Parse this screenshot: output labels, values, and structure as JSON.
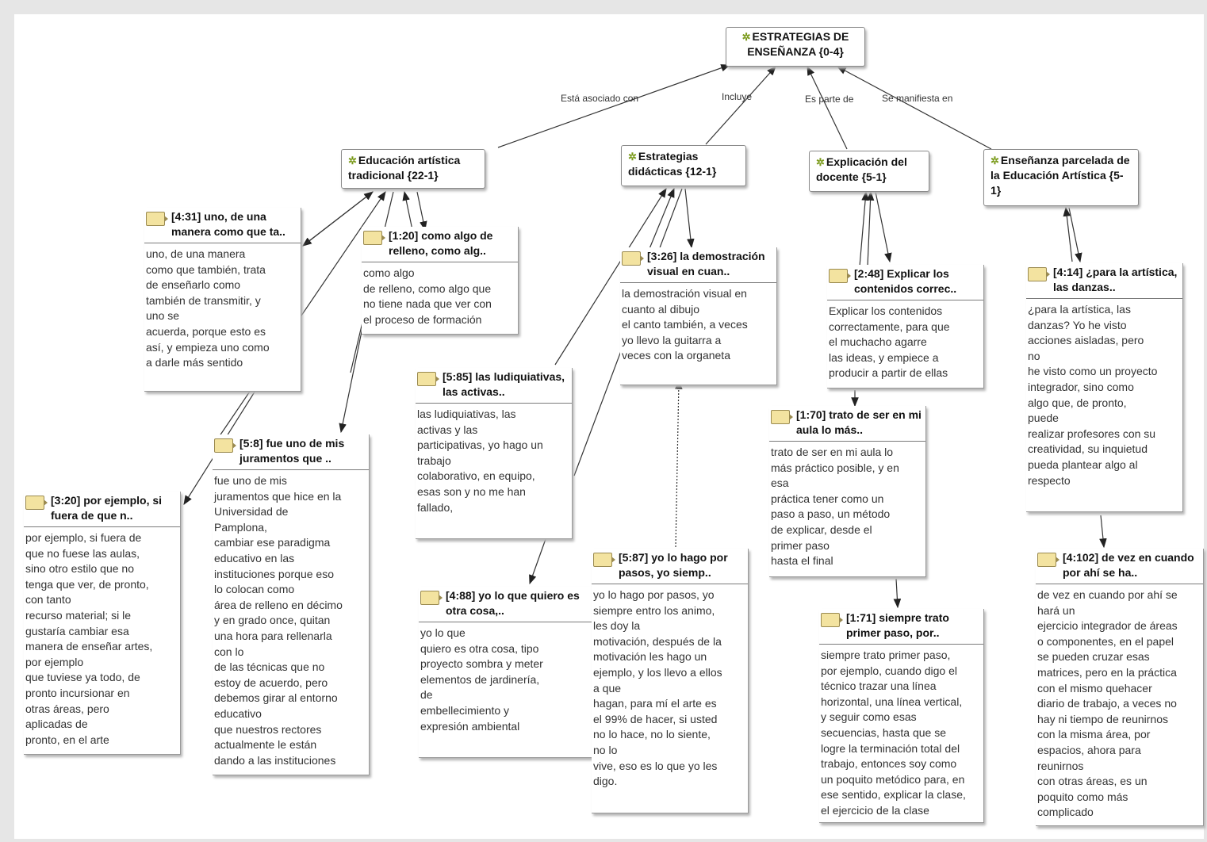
{
  "root": {
    "label": "ESTRATEGIAS DE ENSEÑANZA {0-4}"
  },
  "relations": [
    "Está asociado con",
    "Incluye",
    "Es parte de",
    "Se manifiesta en"
  ],
  "codes": [
    {
      "label": "Educación artística tradicional {22-1}"
    },
    {
      "label": "Estrategias didácticas {12-1}"
    },
    {
      "label": "Explicación del docente {5-1}"
    },
    {
      "label": "Enseñanza parcelada de la Educación Artística {5-1}"
    }
  ],
  "quotes": [
    {
      "title": "[4:31] uno, de una manera como que ta..",
      "text": "uno, de una manera\ncomo que también, trata\nde enseñarlo como\ntambién de transmitir, y\nuno se\nacuerda, porque esto es\nasí, y empieza uno como\na darle más sentido"
    },
    {
      "title": "[1:20] como algo de relleno, como alg..",
      "text": "como algo\nde relleno, como algo que\nno tiene nada que ver con\nel proceso de formación"
    },
    {
      "title": "[3:26] la demostración visual en cuan..",
      "text": "la demostración visual en\ncuanto al dibujo\nel canto también, a veces\nyo llevo la guitarra a\nveces con la organeta"
    },
    {
      "title": "[2:48] Explicar los contenidos correc..",
      "text": "Explicar los contenidos\ncorrectamente, para que\nel muchacho agarre\nlas ideas, y empiece a\nproducir a partir de ellas"
    },
    {
      "title": "[4:14] ¿para la artística, las danzas..",
      "text": "¿para la artística, las\ndanzas? Yo he visto\nacciones aisladas, pero\nno\nhe visto como un proyecto\nintegrador, sino como\nalgo que, de pronto,\npuede\nrealizar profesores con su\ncreatividad, su inquietud\npueda plantear algo al\nrespecto"
    },
    {
      "title": "[5:85] las ludiquiativas, las activas..",
      "text": "las ludiquiativas, las\nactivas y las\nparticipativas, yo hago un\ntrabajo\ncolaborativo, en equipo,\nesas son y no me han\nfallado,"
    },
    {
      "title": "[1:70] trato de ser en mi aula lo más..",
      "text": "trato de ser en mi aula lo\nmás práctico posible, y en\nesa\npráctica tener como un\npaso a paso, un método\nde explicar, desde el\nprimer paso\nhasta el final"
    },
    {
      "title": "[5:8] fue uno de mis juramentos que ..",
      "text": "fue uno de mis\njuramentos que hice en la\nUniversidad de\nPamplona,\ncambiar ese paradigma\neducativo en las\ninstituciones porque eso\nlo colocan como\nárea de relleno en décimo\ny en grado once, quitan\nuna hora para rellenarla\ncon lo\nde las técnicas que no\nestoy de acuerdo, pero\ndebemos girar al entorno\neducativo\nque nuestros rectores\nactualmente le están\ndando a las instituciones"
    },
    {
      "title": "[3:20] por ejemplo, si fuera de que n..",
      "text": "por ejemplo, si fuera de\nque no fuese las aulas,\nsino otro estilo que no\ntenga que ver, de pronto,\ncon tanto\nrecurso material; si le\ngustaría cambiar esa\nmanera de enseñar artes,\npor ejemplo\nque tuviese ya todo, de\npronto incursionar en\notras áreas, pero\naplicadas de\npronto, en el arte"
    },
    {
      "title": "[4:88] yo lo que quiero es otra cosa,..",
      "text": "yo lo que\nquiero es otra cosa, tipo\nproyecto sombra y meter\nelementos de jardinería,\nde\nembellecimiento y\nexpresión ambiental"
    },
    {
      "title": "[5:87] yo lo hago por pasos, yo siemp..",
      "text": "yo lo hago por pasos, yo\nsiempre entro los animo,\nles doy la\nmotivación, después de la\nmotivación les hago un\nejemplo, y los llevo a ellos\na que\nhagan, para mí el arte es\nel 99% de hacer, si usted\nno lo hace, no lo siente,\nno lo\nvive, eso es lo que yo les\ndigo."
    },
    {
      "title": "[1:71] siempre trato primer paso, por..",
      "text": "siempre trato primer paso,\npor ejemplo, cuando digo el\ntécnico trazar una línea\nhorizontal, una línea vertical,\ny seguir como esas\nsecuencias, hasta que se\nlogre la terminación total del\ntrabajo, entonces soy como\nun poquito metódico para, en\nese sentido, explicar la clase,\nel ejercicio de la clase"
    },
    {
      "title": "[4:102] de vez en cuando por ahí se ha..",
      "text": "de vez en cuando por ahí se\nhará un\nejercicio integrador de áreas\no componentes, en el papel\nse pueden cruzar esas\nmatrices, pero en la práctica\ncon el mismo quehacer\ndiario de trabajo, a veces no\nhay ni tiempo de reunirnos\ncon la misma área, por\nespacios, ahora para\nreunirnos\ncon otras áreas, es un\npoquito como más\ncomplicado"
    }
  ]
}
